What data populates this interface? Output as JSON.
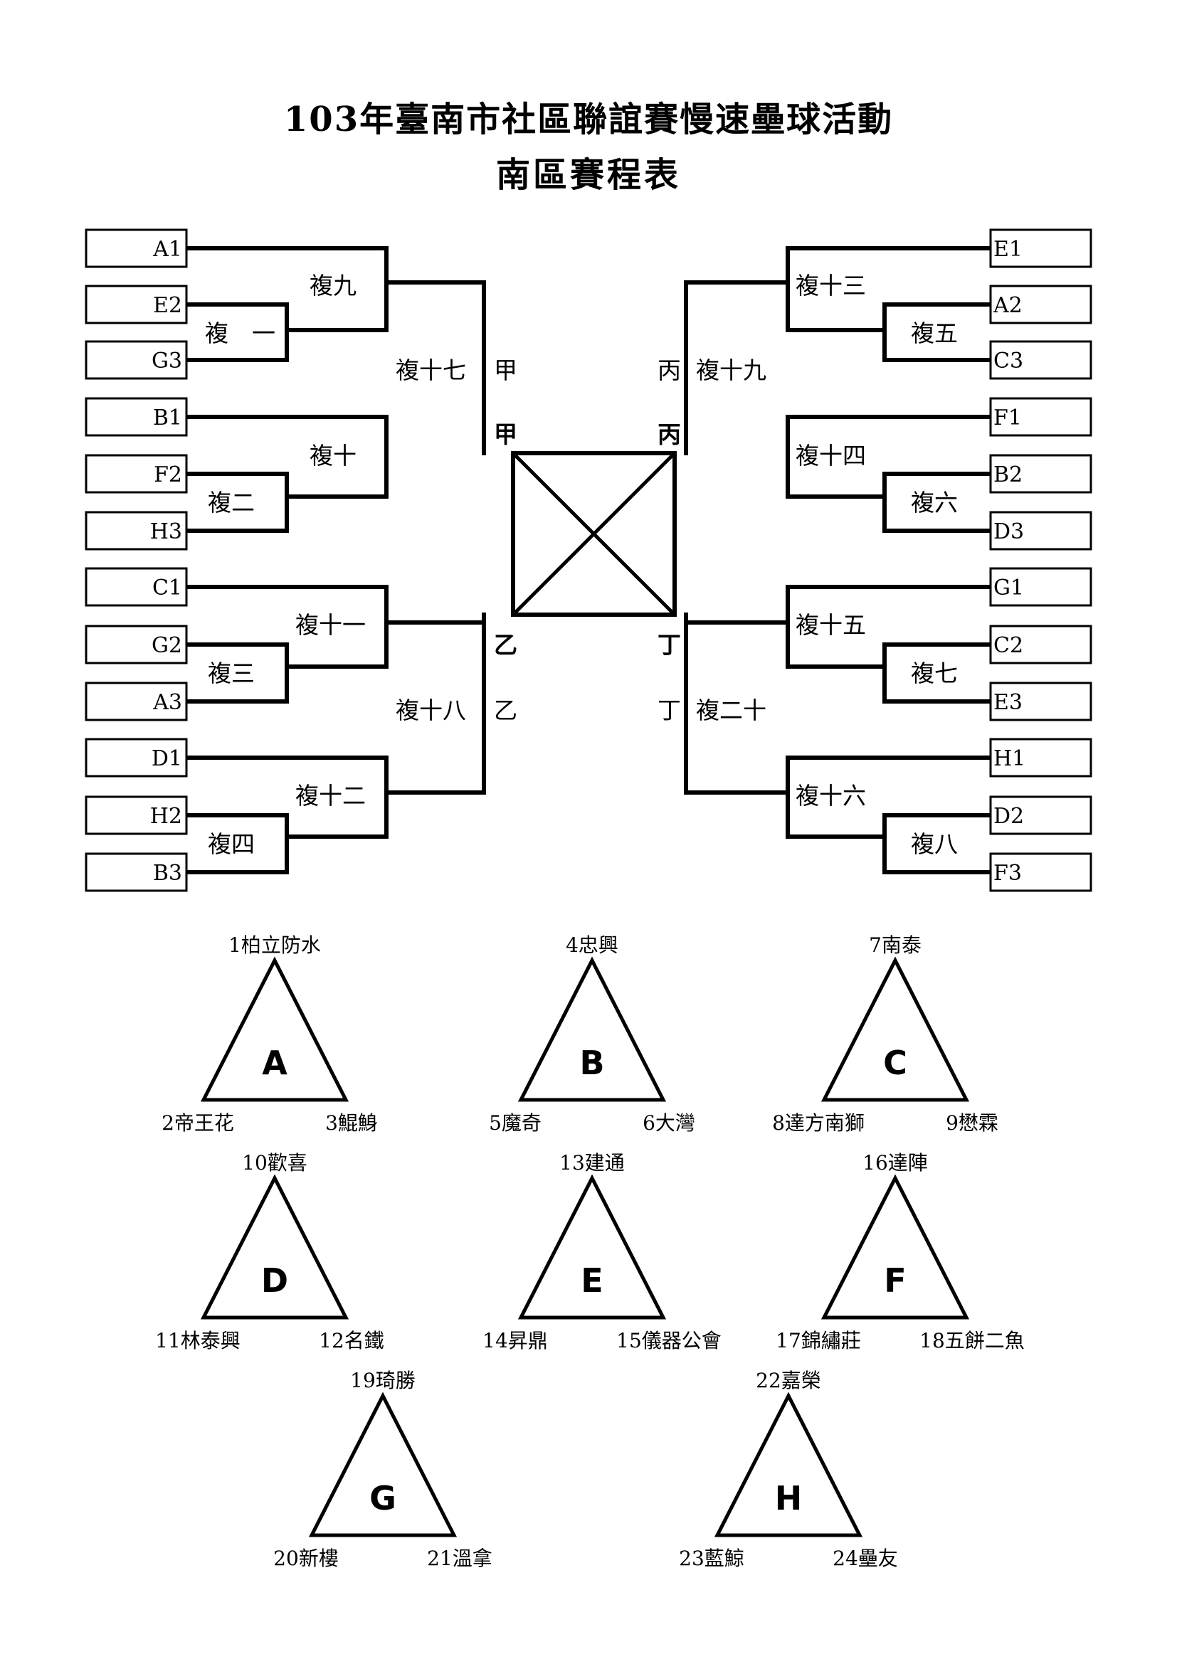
{
  "title_line1": "103年臺南市社區聯誼賽慢速壘球活動",
  "title_line2": "南區賽程表",
  "left_seeds": [
    "A1",
    "E2",
    "G3",
    "B1",
    "F2",
    "H3",
    "C1",
    "G2",
    "A3",
    "D1",
    "H2",
    "B3"
  ],
  "right_seeds": [
    "E1",
    "A2",
    "C3",
    "F1",
    "B2",
    "D3",
    "G1",
    "C2",
    "E3",
    "H1",
    "D2",
    "F3"
  ],
  "games": {
    "g1": "複　一",
    "g2": "複二",
    "g3": "複三",
    "g4": "複四",
    "g5": "複五",
    "g6": "複六",
    "g7": "複七",
    "g8": "複八",
    "g9": "複九",
    "g10": "複十",
    "g11": "複十一",
    "g12": "複十二",
    "g13": "複十三",
    "g14": "複十四",
    "g15": "複十五",
    "g16": "複十六",
    "g17": "複十七",
    "g18": "複十八",
    "g19": "複十九",
    "g20": "複二十"
  },
  "pools": {
    "jia": "甲",
    "yi": "乙",
    "bing": "丙",
    "ding": "丁"
  },
  "groups": [
    {
      "letter": "A",
      "top": "1柏立防水",
      "left": "2帝王花",
      "right": "3鯤鯓"
    },
    {
      "letter": "B",
      "top": "4忠興",
      "left": "5魔奇",
      "right": "6大灣"
    },
    {
      "letter": "C",
      "top": "7南泰",
      "left": "8達方南獅",
      "right": "9懋霖"
    },
    {
      "letter": "D",
      "top": "10歡喜",
      "left": "11林泰興",
      "right": "12名鐵"
    },
    {
      "letter": "E",
      "top": "13建通",
      "left": "14昇鼎",
      "right": "15儀器公會"
    },
    {
      "letter": "F",
      "top": "16達陣",
      "left": "17錦繡莊",
      "right": "18五餅二魚"
    },
    {
      "letter": "G",
      "top": "19琦勝",
      "left": "20新樓",
      "right": "21溫拿"
    },
    {
      "letter": "H",
      "top": "22嘉榮",
      "left": "23藍鯨",
      "right": "24壘友"
    }
  ]
}
